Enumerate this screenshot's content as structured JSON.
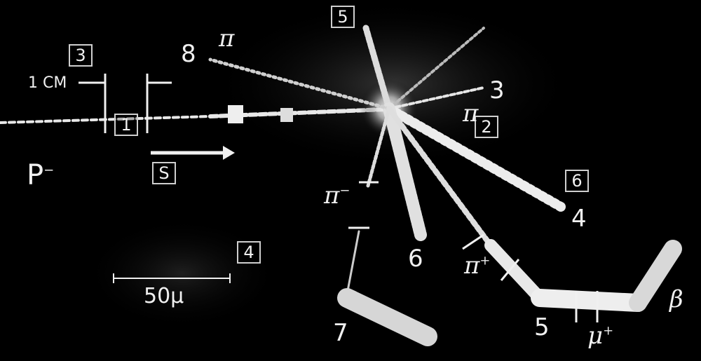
{
  "figure": {
    "incoming_particle": {
      "main": "P",
      "sup": "−"
    },
    "direction_label": "S",
    "length_scale_big": "1 CM",
    "length_scale_small": "50μ",
    "boxed_markers": [
      "1",
      "2",
      "3",
      "4",
      "5",
      "6"
    ],
    "track_numbers": {
      "n3": "3",
      "n4": "4",
      "n5": "5",
      "n6": "6",
      "n7": "7",
      "n8": "8"
    },
    "particles": {
      "pi_top": "π",
      "pi_right": "π",
      "pi_minus": {
        "main": "π",
        "sup": "−"
      },
      "pi_plus": {
        "main": "π",
        "sup": "+"
      },
      "mu_plus": {
        "main": "μ",
        "sup": "+"
      },
      "beta": "β"
    }
  }
}
